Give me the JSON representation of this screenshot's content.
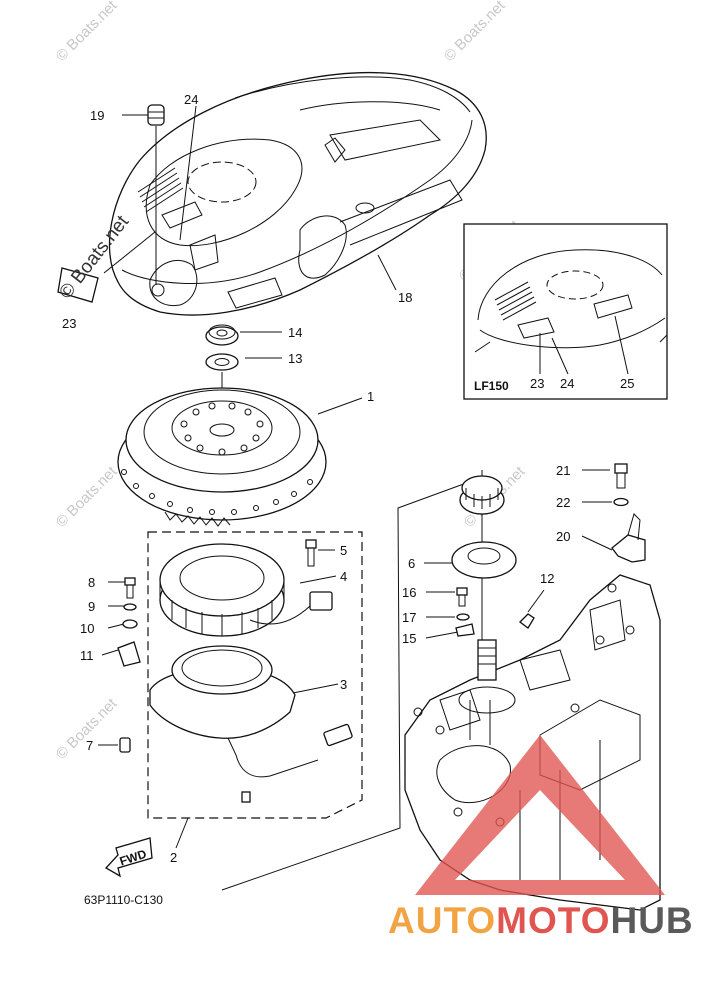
{
  "diagram": {
    "diagram_code": "63P1110-C130",
    "inset_label": "LF150",
    "fwd_label": "FWD",
    "watermark_small": "© Boats.net",
    "watermark_large": "© Boats.net",
    "brand_part1": "AUTO",
    "brand_part2": "MOTO",
    "brand_part3": "HUB",
    "brand_colors": {
      "auto": "#f2a444",
      "moto": "#e05550",
      "hub": "#5a5a5a",
      "triangle": "#e05550"
    },
    "callouts": [
      "1",
      "2",
      "3",
      "4",
      "5",
      "6",
      "7",
      "8",
      "9",
      "10",
      "11",
      "12",
      "13",
      "14",
      "15",
      "16",
      "17",
      "18",
      "19",
      "20",
      "21",
      "22",
      "23",
      "24"
    ],
    "inset_callouts": [
      "23",
      "24",
      "25"
    ]
  }
}
